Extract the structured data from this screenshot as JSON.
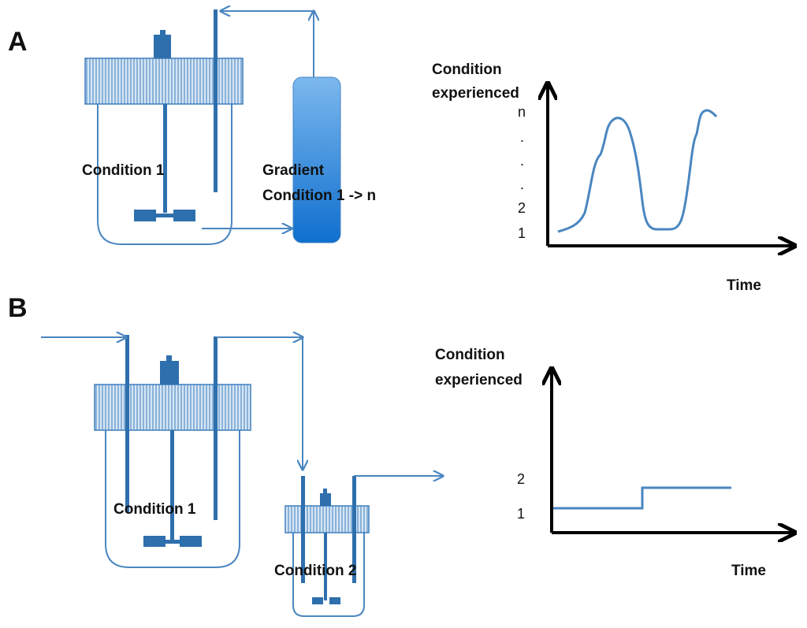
{
  "panels": {
    "a": {
      "letter": "A",
      "reactor_label": "Condition 1",
      "column_label_line1": "Gradient",
      "column_label_line2": "Condition 1 -> n",
      "chart": {
        "ylabel_line1": "Condition",
        "ylabel_line2": "experienced",
        "xlabel": "Time",
        "ticks": [
          "n",
          ".",
          ".",
          ".",
          "2",
          "1"
        ]
      }
    },
    "b": {
      "letter": "B",
      "reactor1_label": "Condition 1",
      "reactor2_label": "Condition 2",
      "chart": {
        "ylabel_line1": "Condition",
        "ylabel_line2": "experienced",
        "xlabel": "Time",
        "ticks": [
          "2",
          "1"
        ]
      }
    }
  },
  "colors": {
    "line": "#4a86c0",
    "dark_part": "#2e6fad",
    "lid_fill": "#c8dcef",
    "axis": "#000000"
  }
}
